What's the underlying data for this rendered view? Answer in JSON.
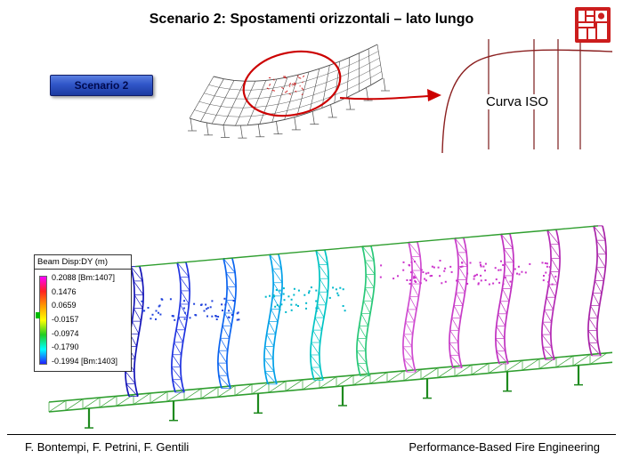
{
  "slide": {
    "title": "Scenario 2: Spostamenti orizzontali – lato lungo",
    "button_label": "Scenario 2",
    "curve_label": "Curva ISO",
    "footer_left": "F. Bontempi, F. Petrini, F. Gentili",
    "footer_right": "Performance-Based Fire Engineering"
  },
  "legend": {
    "title": "Beam Disp:DY  (m)",
    "entries": [
      "0.2088 [Bm:1407]",
      "0.1476",
      "0.0659",
      "-0.0157",
      "-0.0974",
      "-0.1790",
      "-0.1994 [Bm:1403]"
    ],
    "bar_colors": [
      "#ff00ff",
      "#ff2020",
      "#ff9900",
      "#ffff00",
      "#20cc20",
      "#00ffff",
      "#2020ff"
    ],
    "marker_color": "#00bb00"
  },
  "fem": {
    "frame_colors": [
      "#1414b8",
      "#1e32e0",
      "#0a64f0",
      "#00a0e8",
      "#00c4c4",
      "#28c878",
      "#cf4ad0",
      "#c83cc8",
      "#c030c0",
      "#b428b4",
      "#a822a8"
    ],
    "truss_color": "#2f9e2f",
    "column_color": "#1e8a1e",
    "cluster_colors": [
      "#2244dd",
      "#00b8cc",
      "#cc35cc"
    ]
  },
  "annotation": {
    "color": "#cc0000",
    "scribble_color": "#cc1111"
  },
  "iso": {
    "line_color": "#7a1a1a",
    "curve_color": "#8b2020"
  },
  "wireframe": {
    "color": "#4a4a4a"
  },
  "stamp": {
    "color": "#cc1d1d"
  }
}
